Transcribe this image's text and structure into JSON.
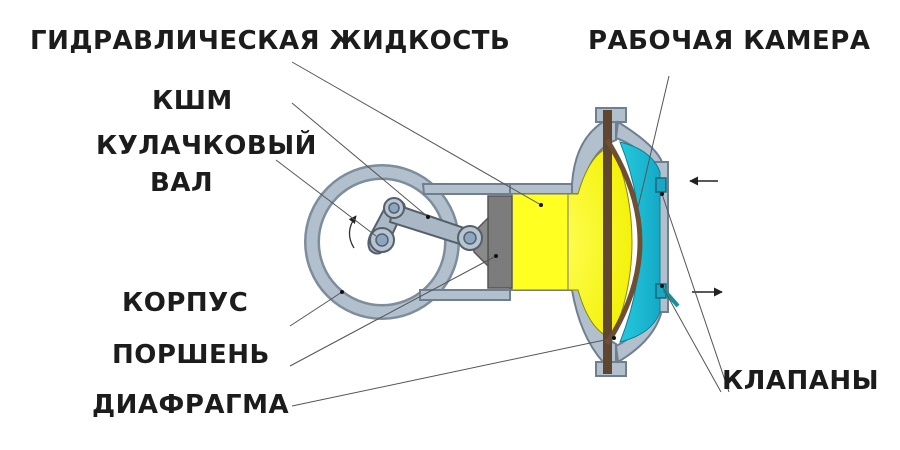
{
  "labels": {
    "hydraulic_fluid": "ГИДРАВЛИЧЕСКАЯ ЖИДКОСТЬ",
    "working_chamber": "РАБОЧАЯ КАМЕРА",
    "crank_mechanism": "КШМ",
    "camshaft_line1": "КУЛАЧКОВЫЙ",
    "camshaft_line2": "ВАЛ",
    "housing": "КОРПУС",
    "piston": "ПОРШЕНЬ",
    "diaphragm": "ДИАФРАГМА",
    "valves": "КЛАПАНЫ"
  },
  "colors": {
    "housing_fill": "#aab8c6",
    "housing_stroke": "#6f7f90",
    "fluid": "#ffff1a",
    "chamber": "#1ec2d8",
    "piston": "#7c7c7c",
    "diaphragm": "#7a5a3c",
    "text": "#1c1c1c"
  }
}
